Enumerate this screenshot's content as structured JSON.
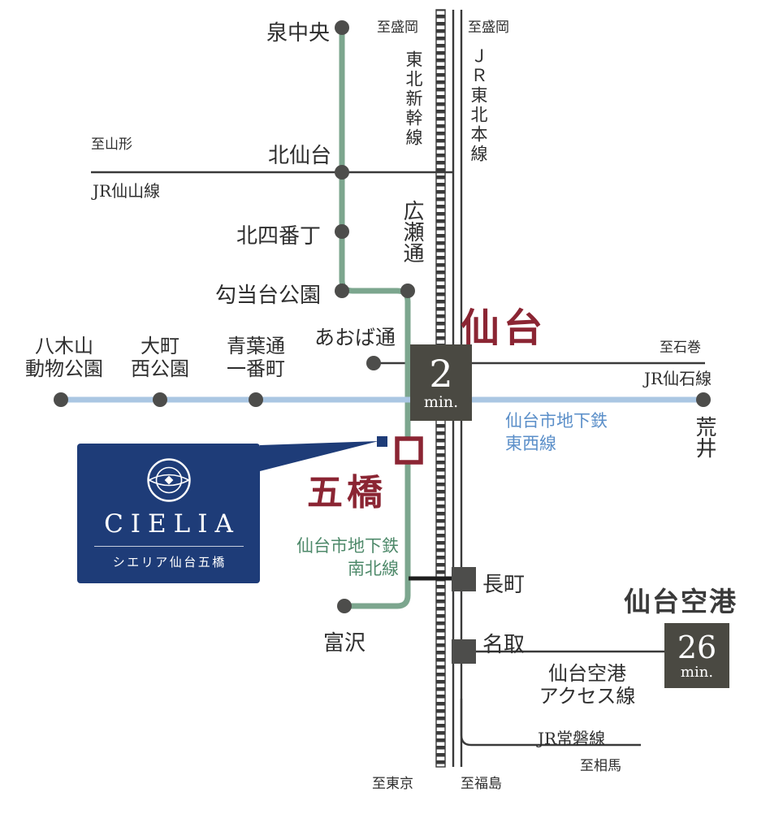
{
  "colors": {
    "accent_red": "#8B2533",
    "namboku_green": "#7CA68E",
    "namboku_label_green": "#4F8A6B",
    "tozai_blue": "#ABC7E3",
    "tozai_label_blue": "#5B8FC9",
    "jr_dark": "#3A3A3A",
    "badge_dark": "#4A4942",
    "brand_navy": "#1E3C78"
  },
  "brand": {
    "logo_text": "CIELIA",
    "subtitle": "シエリア仙台五橋"
  },
  "badges": {
    "sendai_value": "2",
    "sendai_unit": "min.",
    "airport_value": "26",
    "airport_unit": "min."
  },
  "major": {
    "sendai": "仙台",
    "itsutsubashi": "五橋",
    "airport": "仙台空港"
  },
  "lines": {
    "shinkansen": "東北新幹線",
    "tohoku_main": "ＪＲ東北本線",
    "senzan": "JR仙山線",
    "senseki": "JR仙石線",
    "joban": "JR常磐線",
    "tozai_l1": "仙台市地下鉄",
    "tozai_l2": "東西線",
    "namboku_l1": "仙台市地下鉄",
    "namboku_l2": "南北線",
    "airport_access_l1": "仙台空港",
    "airport_access_l2": "アクセス線"
  },
  "stations": {
    "izumichuo": "泉中央",
    "kitasendai": "北仙台",
    "kitayobancho": "北四番丁",
    "kotodaikoen": "勾当台公園",
    "hirosedori": "広瀬通",
    "aobadori": "あおば通",
    "yagiyama_l1": "八木山",
    "yagiyama_l2": "動物公園",
    "omachinishikoen_l1": "大町",
    "omachinishikoen_l2": "西公園",
    "aobadoriichibancho_l1": "青葉通",
    "aobadoriichibancho_l2": "一番町",
    "arai": "荒井",
    "tomizawa": "富沢",
    "nagamachi": "長町",
    "natori": "名取"
  },
  "directions": {
    "morioka_shinkansen": "至盛岡",
    "morioka_jr": "至盛岡",
    "yamagata": "至山形",
    "ishinomaki": "至石巻",
    "soma": "至相馬",
    "tokyo": "至東京",
    "fukushima": "至福島"
  }
}
